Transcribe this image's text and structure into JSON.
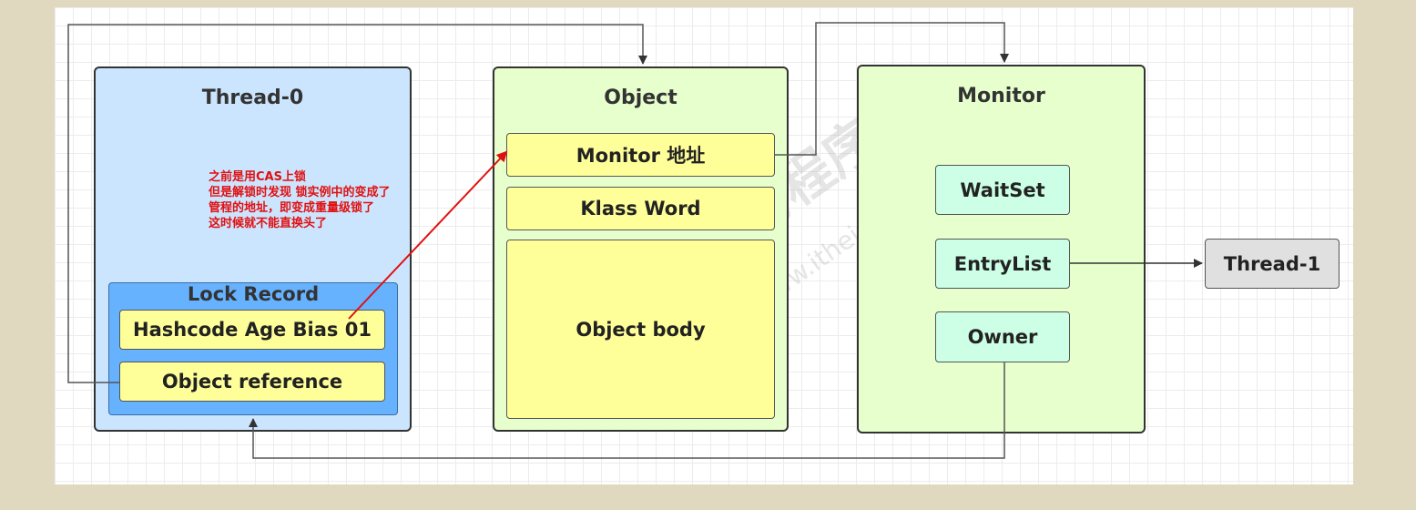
{
  "thread0": {
    "title": "Thread-0",
    "lock_record": {
      "title": "Lock Record",
      "mark_word": "Hashcode Age Bias 01",
      "object_reference": "Object reference"
    }
  },
  "object": {
    "title": "Object",
    "monitor_address": "Monitor 地址",
    "klass_word": "Klass Word",
    "body": "Object body"
  },
  "monitor": {
    "title": "Monitor",
    "waitset": "WaitSet",
    "entrylist": "EntryList",
    "owner": "Owner"
  },
  "thread1": {
    "title": "Thread-1"
  },
  "annotation": {
    "lines": [
      "之前是用CAS上锁",
      "但是解锁时发现 锁实例中的变成了",
      "管程的地址，即变成重量级锁了",
      "这时候就不能直换头了"
    ],
    "color": "#e01010"
  },
  "watermark": {
    "text": "黑马程序员",
    "url": "www.itheima.com"
  },
  "colors": {
    "thread_box": "#cce5ff",
    "lock_record": "#66b2ff",
    "object_box": "#e6ffcc",
    "monitor_box": "#e6ffcc",
    "field": "#ffff99",
    "monitor_field": "#ccffe6",
    "thread1_box": "#e0e0e0"
  }
}
